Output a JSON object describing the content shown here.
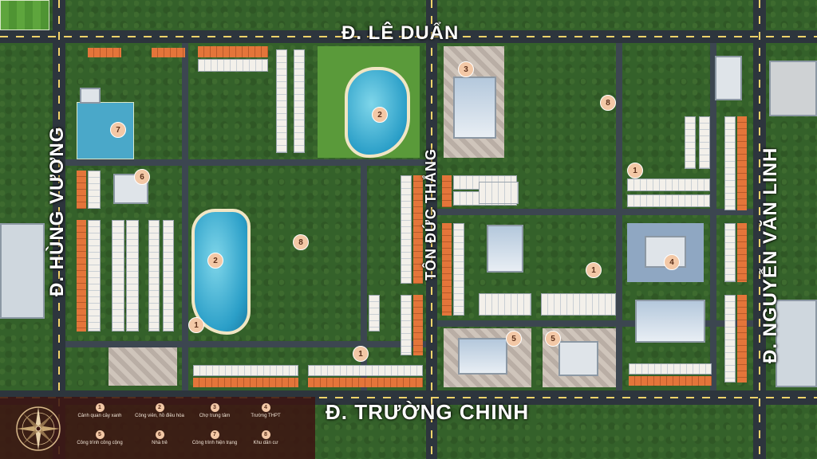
{
  "streets": {
    "north": "Đ. LÊ DUẨN",
    "south": "Đ. TRƯỜNG CHINH",
    "west": "Đ. HÙNG VƯƠNG",
    "center": "TÔN ĐỨC THẮNG",
    "east": "Đ. NGUYỄN VĂN LINH"
  },
  "pins": {
    "1": "1",
    "2": "2",
    "3": "3",
    "4": "4",
    "5": "5",
    "6": "6",
    "7": "7",
    "8": "8"
  },
  "legend": {
    "items": [
      {
        "num": "1",
        "label": "Cảnh quan cây xanh"
      },
      {
        "num": "2",
        "label": "Công viên, hồ điều hòa"
      },
      {
        "num": "3",
        "label": "Chợ trung tâm"
      },
      {
        "num": "4",
        "label": "Trường THPT"
      },
      {
        "num": "5",
        "label": "Công trình công cộng"
      },
      {
        "num": "6",
        "label": "Nhà trẻ"
      },
      {
        "num": "7",
        "label": "Công trình hiện trạng"
      },
      {
        "num": "8",
        "label": "Khu dân cư"
      }
    ]
  },
  "colors": {
    "road": "#3c4650",
    "townhouse_roof": "#e4753a",
    "lake": "#2b9fc8",
    "legend_bg": "#3c1612",
    "pin": "#f3c8a6"
  }
}
